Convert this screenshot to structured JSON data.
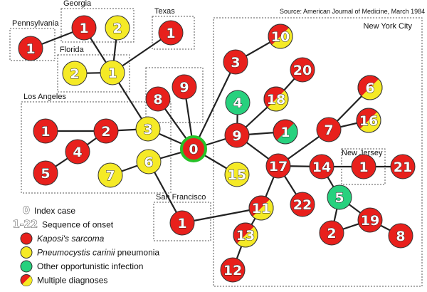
{
  "source": "Source:  American Journal of Medicine, March 1984",
  "colors": {
    "kaposi": "#e8201c",
    "pneumocystis": "#f5ea26",
    "other": "#27d17e",
    "multiple_a": "#e8201c",
    "multiple_b": "#f5ea26",
    "index_ring": "#27c22a",
    "edge": "#222222"
  },
  "regions": [
    {
      "id": "pennsylvania",
      "label": "Pennsylvania"
    },
    {
      "id": "georgia",
      "label": "Georgia"
    },
    {
      "id": "texas",
      "label": "Texas"
    },
    {
      "id": "florida",
      "label": "Florida"
    },
    {
      "id": "los-angeles",
      "label": "Los Angeles"
    },
    {
      "id": "new-york-city",
      "label": "New York City"
    },
    {
      "id": "new-jersey",
      "label": "New Jersey"
    },
    {
      "id": "san-francisco",
      "label": "San Francisco"
    },
    {
      "id": "unlabeled",
      "label": ""
    }
  ],
  "nodes": [
    {
      "id": "idx",
      "label": "0",
      "dx": "index"
    },
    {
      "id": "pa1",
      "label": "1",
      "dx": "kaposi"
    },
    {
      "id": "ga1",
      "label": "1",
      "dx": "kaposi"
    },
    {
      "id": "ga2",
      "label": "2",
      "dx": "pneumocystis"
    },
    {
      "id": "tx1",
      "label": "1",
      "dx": "kaposi"
    },
    {
      "id": "fl2",
      "label": "2",
      "dx": "pneumocystis"
    },
    {
      "id": "fl1",
      "label": "1",
      "dx": "pneumocystis"
    },
    {
      "id": "u8",
      "label": "8",
      "dx": "kaposi"
    },
    {
      "id": "u9",
      "label": "9",
      "dx": "kaposi"
    },
    {
      "id": "la3",
      "label": "3",
      "dx": "pneumocystis"
    },
    {
      "id": "la1",
      "label": "1",
      "dx": "kaposi"
    },
    {
      "id": "la2",
      "label": "2",
      "dx": "kaposi"
    },
    {
      "id": "la4",
      "label": "4",
      "dx": "kaposi"
    },
    {
      "id": "la5",
      "label": "5",
      "dx": "kaposi"
    },
    {
      "id": "la6",
      "label": "6",
      "dx": "pneumocystis"
    },
    {
      "id": "la7",
      "label": "7",
      "dx": "pneumocystis"
    },
    {
      "id": "sf1",
      "label": "1",
      "dx": "kaposi"
    },
    {
      "id": "ny10",
      "label": "10",
      "dx": "multiple"
    },
    {
      "id": "ny3",
      "label": "3",
      "dx": "kaposi"
    },
    {
      "id": "ny20",
      "label": "20",
      "dx": "kaposi"
    },
    {
      "id": "ny18",
      "label": "18",
      "dx": "multiple"
    },
    {
      "id": "ny4",
      "label": "4",
      "dx": "other"
    },
    {
      "id": "ny9",
      "label": "9",
      "dx": "kaposi"
    },
    {
      "id": "ny1",
      "label": "1",
      "dx": "multiple-other"
    },
    {
      "id": "ny6",
      "label": "6",
      "dx": "multiple"
    },
    {
      "id": "ny16",
      "label": "16",
      "dx": "multiple"
    },
    {
      "id": "ny7",
      "label": "7",
      "dx": "kaposi"
    },
    {
      "id": "ny15",
      "label": "15",
      "dx": "pneumocystis"
    },
    {
      "id": "ny17",
      "label": "17",
      "dx": "kaposi"
    },
    {
      "id": "ny14",
      "label": "14",
      "dx": "kaposi"
    },
    {
      "id": "nj1",
      "label": "1",
      "dx": "kaposi"
    },
    {
      "id": "ny21",
      "label": "21",
      "dx": "kaposi"
    },
    {
      "id": "ny22",
      "label": "22",
      "dx": "kaposi"
    },
    {
      "id": "ny5",
      "label": "5",
      "dx": "other"
    },
    {
      "id": "ny19",
      "label": "19",
      "dx": "kaposi"
    },
    {
      "id": "ny2",
      "label": "2",
      "dx": "kaposi"
    },
    {
      "id": "ny8",
      "label": "8",
      "dx": "kaposi"
    },
    {
      "id": "ny11",
      "label": "11",
      "dx": "multiple"
    },
    {
      "id": "ny13",
      "label": "13",
      "dx": "multiple"
    },
    {
      "id": "ny12",
      "label": "12",
      "dx": "kaposi"
    }
  ],
  "edges": [
    [
      "pa1",
      "ga1"
    ],
    [
      "ga1",
      "fl1"
    ],
    [
      "ga2",
      "fl1"
    ],
    [
      "tx1",
      "fl1"
    ],
    [
      "fl2",
      "fl1"
    ],
    [
      "fl1",
      "la3"
    ],
    [
      "la3",
      "idx"
    ],
    [
      "u8",
      "idx"
    ],
    [
      "u9",
      "idx"
    ],
    [
      "ny3",
      "idx"
    ],
    [
      "ny3",
      "ny10"
    ],
    [
      "la1",
      "la2"
    ],
    [
      "la2",
      "la3"
    ],
    [
      "la2",
      "la4"
    ],
    [
      "la4",
      "la5"
    ],
    [
      "la6",
      "idx"
    ],
    [
      "la6",
      "la7"
    ],
    [
      "la6",
      "sf1"
    ],
    [
      "sf1",
      "ny11"
    ],
    [
      "ny11",
      "ny13"
    ],
    [
      "ny13",
      "ny12"
    ],
    [
      "ny11",
      "ny17"
    ],
    [
      "idx",
      "ny9"
    ],
    [
      "ny9",
      "ny18"
    ],
    [
      "ny18",
      "ny20"
    ],
    [
      "ny9",
      "ny4"
    ],
    [
      "ny9",
      "ny1"
    ],
    [
      "ny9",
      "ny17"
    ],
    [
      "idx",
      "ny15"
    ],
    [
      "ny17",
      "ny7"
    ],
    [
      "ny7",
      "ny6"
    ],
    [
      "ny7",
      "ny16"
    ],
    [
      "ny17",
      "ny14"
    ],
    [
      "ny14",
      "nj1"
    ],
    [
      "nj1",
      "ny21"
    ],
    [
      "ny17",
      "ny22"
    ],
    [
      "ny14",
      "ny5"
    ],
    [
      "ny5",
      "ny19"
    ],
    [
      "ny5",
      "ny2"
    ],
    [
      "ny2",
      "ny19"
    ],
    [
      "ny19",
      "ny8"
    ]
  ],
  "legend": [
    {
      "key": "0",
      "text": "Index case"
    },
    {
      "key": "1-22",
      "text": "Sequence of onset"
    },
    {
      "swatch": "kaposi",
      "text": "Kaposi's sarcoma",
      "italic": true
    },
    {
      "swatch": "pneumocystis",
      "text_italic": "Pneumocystis carinii",
      "text": " pneumonia"
    },
    {
      "swatch": "other",
      "text": "Other opportunistic infection"
    },
    {
      "swatch": "multiple",
      "text": "Multiple diagnoses"
    }
  ]
}
